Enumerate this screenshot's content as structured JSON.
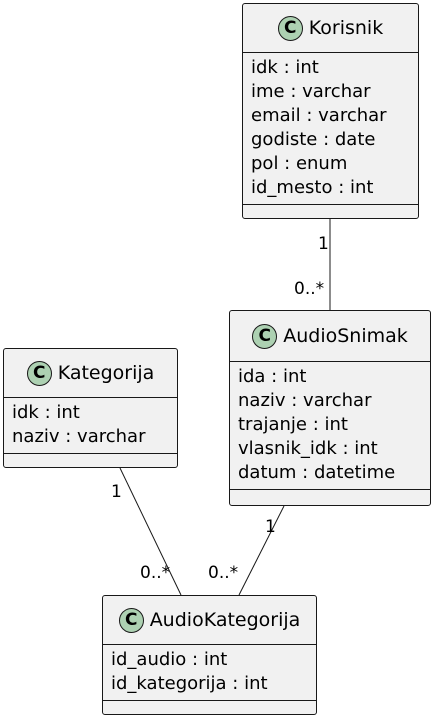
{
  "diagram": {
    "classes": {
      "korisnik": {
        "badge": "C",
        "name": "Korisnik",
        "attributes": [
          "idk : int",
          "ime : varchar",
          "email : varchar",
          "godiste : date",
          "pol : enum",
          "id_mesto : int"
        ]
      },
      "audiosnimak": {
        "badge": "C",
        "name": "AudioSnimak",
        "attributes": [
          "ida : int",
          "naziv : varchar",
          "trajanje : int",
          "vlasnik_idk : int",
          "datum : datetime"
        ]
      },
      "kategorija": {
        "badge": "C",
        "name": "Kategorija",
        "attributes": [
          "idk : int",
          "naziv : varchar"
        ]
      },
      "audiokategorija": {
        "badge": "C",
        "name": "AudioKategorija",
        "attributes": [
          "id_audio : int",
          "id_kategorija : int"
        ]
      }
    },
    "associations": [
      {
        "from": "Korisnik",
        "to": "AudioSnimak",
        "from_mult": "1",
        "to_mult": "0..*"
      },
      {
        "from": "Kategorija",
        "to": "AudioKategorija",
        "from_mult": "1",
        "to_mult": "0..*"
      },
      {
        "from": "AudioSnimak",
        "to": "AudioKategorija",
        "from_mult": "1",
        "to_mult": "0..*"
      }
    ],
    "colors": {
      "class_fill": "#f1f1f1",
      "border": "#181818",
      "badge_fill": "#add1b2",
      "line": "#181818"
    }
  }
}
